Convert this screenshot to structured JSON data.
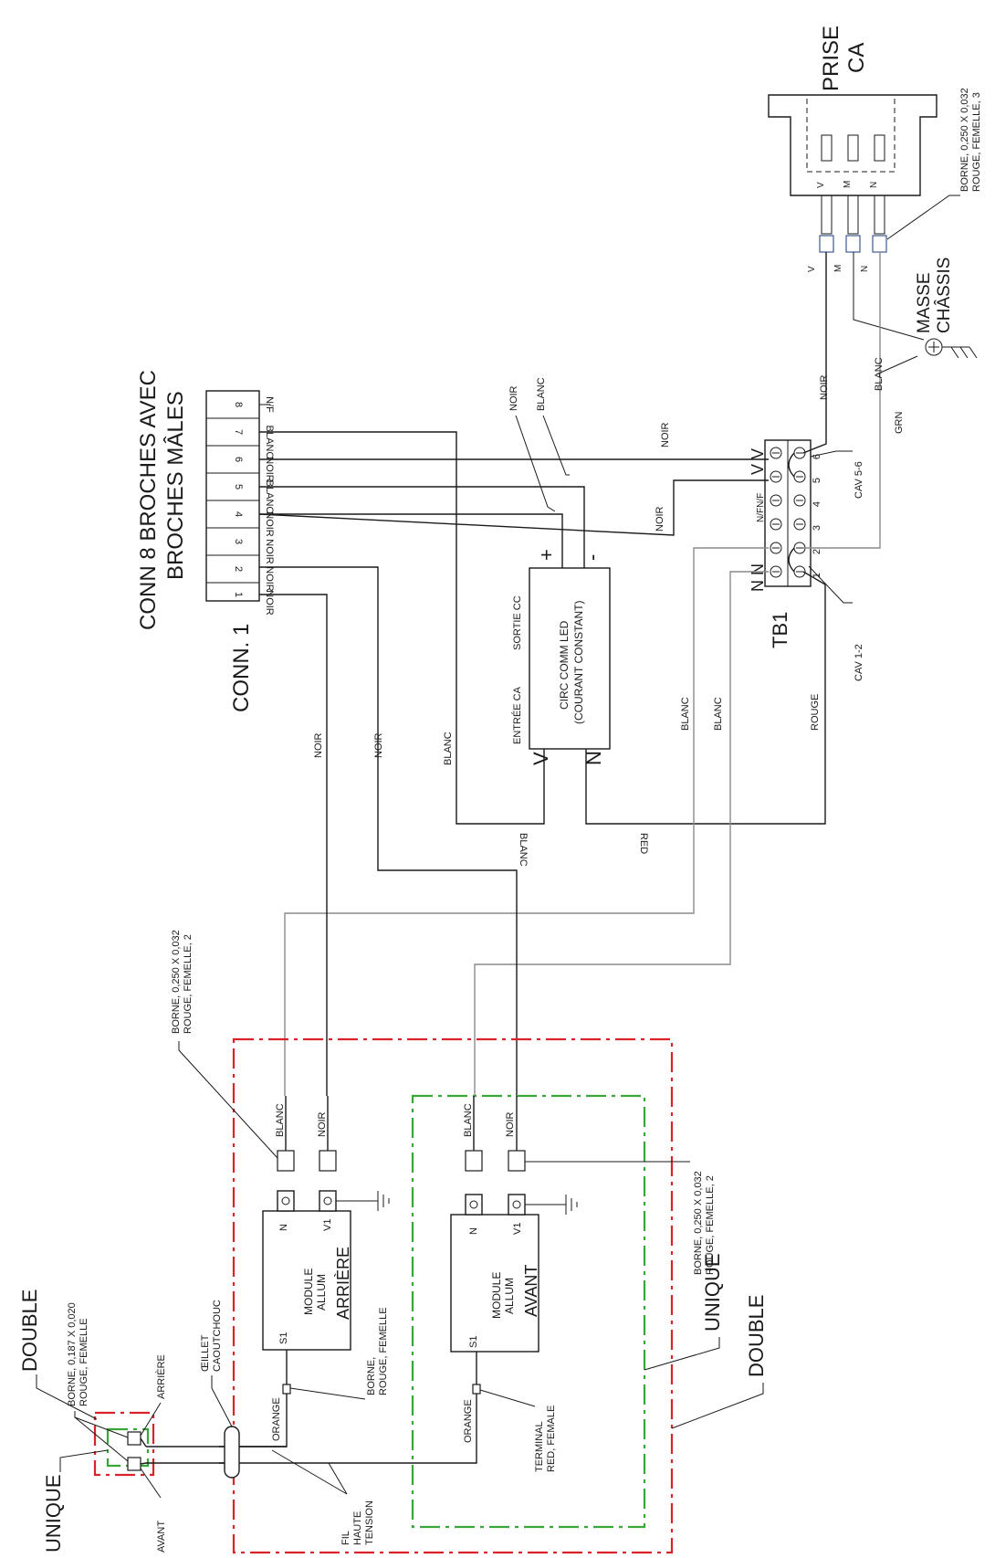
{
  "connector": {
    "title_line1": "CONN 8 BROCHES AVEC",
    "title_line2": "BROCHES MÂLES",
    "label": "CONN. 1",
    "pins": [
      "8",
      "7",
      "6",
      "5",
      "4",
      "3",
      "2",
      "1"
    ],
    "pin_wires": [
      "N/F",
      "BLANC",
      "NOIR",
      "BLANC",
      "NOIR",
      "NOIR",
      "NOIR",
      "NOIR"
    ]
  },
  "prise": {
    "title_line1": "PRISE",
    "title_line2": "CA",
    "pins": [
      "V",
      "M",
      "N"
    ],
    "leads": [
      "V",
      "M",
      "N"
    ],
    "terminal_line1": "BORNE, 0,250 X 0,032",
    "terminal_line2": "ROUGE, FEMELLE, 3"
  },
  "ground": {
    "line1": "MASSE",
    "line2": "CHÂSSIS",
    "wire": "GRN"
  },
  "driver": {
    "line1": "CIRC COMM LED",
    "line2": "(COURANT CONSTANT)",
    "in_label": "ENTRÉE CA",
    "out_label": "SORTIE CC",
    "in_v": "V",
    "in_n": "N",
    "plus": "+",
    "minus": "-",
    "lead_noir": "NOIR",
    "lead_blanc": "BLANC"
  },
  "terminal_block": {
    "label": "TB1",
    "positions": [
      "1",
      "2",
      "3",
      "4",
      "5",
      "6"
    ],
    "cav56": "CAV 5-6",
    "cav12": "CAV 1-2",
    "nfnf": "N/FN/F",
    "vv": "V V",
    "nn": "N N"
  },
  "wires": {
    "noir_prise": "NOIR",
    "blanc_prise": "BLANC",
    "noir_tb6": "NOIR",
    "noir_tb5": "NOIR",
    "blanc_driver_in": "BLANC",
    "blanc_bottom": "BLANC",
    "red_bottom": "RED",
    "blanc_tb2": "BLANC",
    "blanc_tb2b": "BLANC",
    "rouge_tb1": "ROUGE",
    "noir_left1": "NOIR",
    "noir_left2": "NOIR"
  },
  "modules": {
    "rear": {
      "line1": "MODULE",
      "line2": "ALLUM",
      "line3": "ARRIÈRE",
      "pin_n": "N",
      "pin_v1": "V1",
      "pin_s1": "S1",
      "wire_blanc": "BLANC",
      "wire_noir": "NOIR",
      "wire_orange": "ORANGE"
    },
    "front": {
      "line1": "MODULE",
      "line2": "ALLUM",
      "line3": "AVANT",
      "pin_n": "N",
      "pin_v1": "V1",
      "pin_s1": "S1",
      "wire_blanc": "BLANC",
      "wire_noir": "NOIR",
      "wire_orange": "ORANGE"
    }
  },
  "callouts": {
    "borne_rear_line1": "BORNE, 0,250 X 0,032",
    "borne_rear_line2": "ROUGE, FEMELLE, 2",
    "borne_front_line1": "BORNE, 0,250 X 0,032",
    "borne_front_line2": "ROUGE, FEMELLE, 2",
    "borne_small_line1": "BORNE, 0,187 X 0,020",
    "borne_small_line2": "ROUGE, FEMELLE",
    "borne_s1_line1": "BORNE,",
    "borne_s1_line2": "ROUGE, FEMELLE",
    "terminal_line1": "TERMINAL",
    "terminal_line2": "RED, FEMALE",
    "oeillet_line1": "ŒILLET",
    "oeillet_line2": "CAOUTCHOUC",
    "fil_line1": "FIL",
    "fil_line2": "HAUTE",
    "fil_line3": "TENSION",
    "arriere": "ARRIÈRE",
    "avant": "AVANT",
    "double_small": "DOUBLE",
    "unique_small": "UNIQUE",
    "double_big": "DOUBLE",
    "unique_big": "UNIQUE"
  },
  "colors": {
    "double_border": "#d9222a",
    "unique_border": "#3aa63a",
    "wire": "#1a1a1a",
    "wire_gray": "#8a8a8a"
  }
}
